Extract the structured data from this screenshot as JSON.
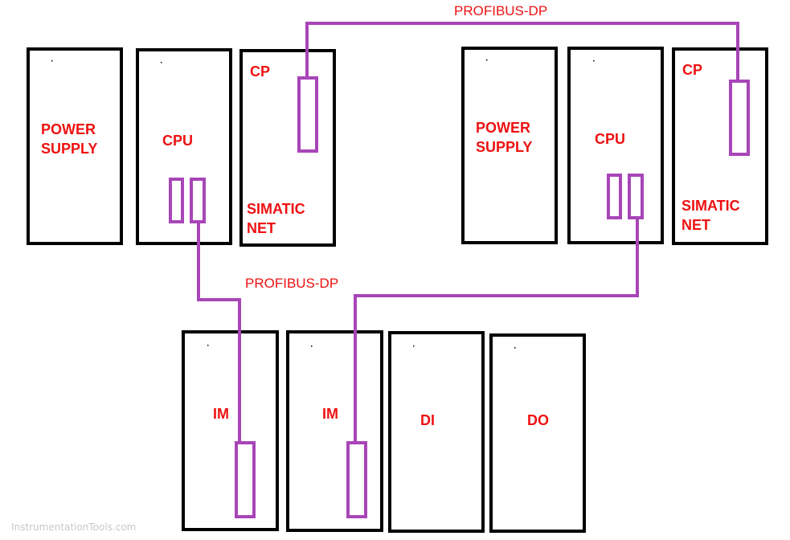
{
  "colors": {
    "module_border": "#000000",
    "label": "#ee1111",
    "bus": "#a845b8",
    "watermark": "#c8c8c8"
  },
  "bus_labels": {
    "top": "PROFIBUS-DP",
    "middle": "PROFIBUS-DP"
  },
  "rack_left": {
    "power_supply_line1": "POWER",
    "power_supply_line2": "SUPPLY",
    "cpu": "CPU",
    "cp": "CP",
    "simatic_line1": "SIMATIC",
    "simatic_line2": "NET"
  },
  "rack_right": {
    "power_supply_line1": "POWER",
    "power_supply_line2": "SUPPLY",
    "cpu": "CPU",
    "cp": "CP",
    "simatic_line1": "SIMATIC",
    "simatic_line2": "NET"
  },
  "rack_bottom": {
    "im1": "IM",
    "im2": "IM",
    "di": "DI",
    "do": "DO"
  },
  "watermark": "InstrumentationTools.com"
}
